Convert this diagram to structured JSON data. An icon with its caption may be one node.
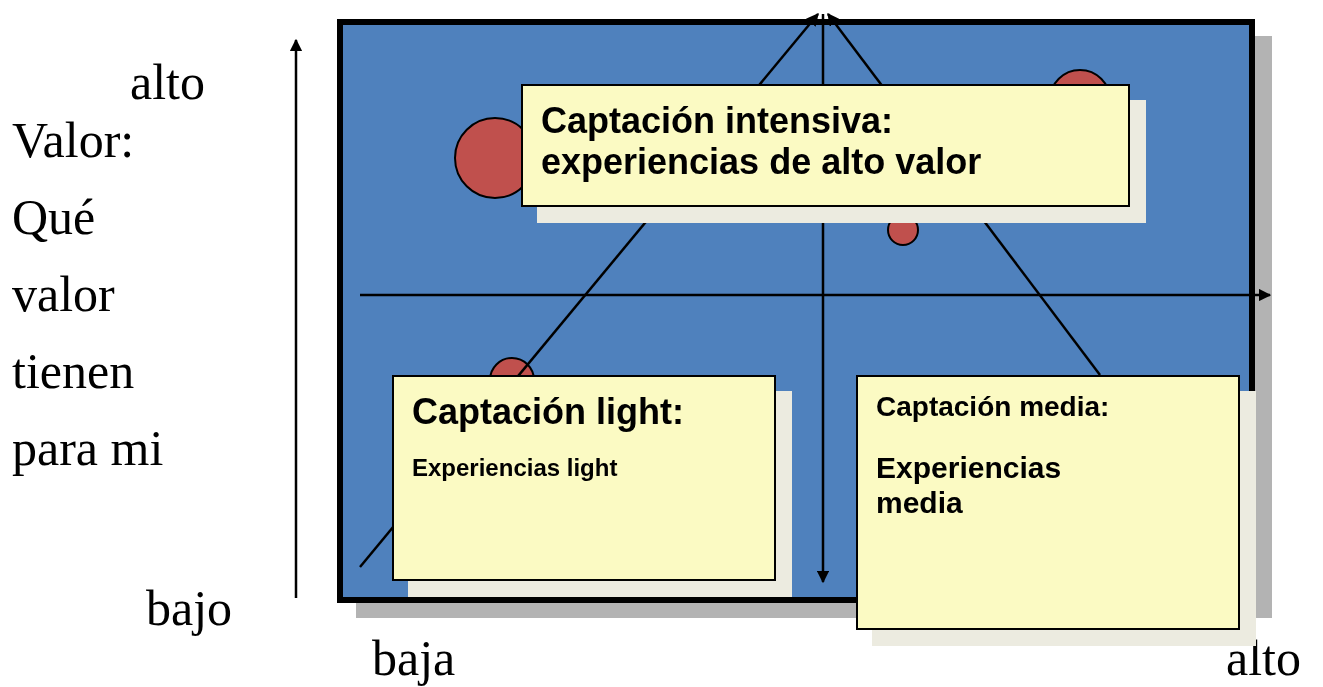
{
  "diagram": {
    "nodes": [
      {
        "text": [
          "Captación intensiva:",
          "experiencias de alto valor"
        ]
      },
      {
        "text": [
          "Captación light:",
          "Experiencias light"
        ]
      },
      {
        "text": [
          "Captación media:",
          "Experiencias media"
        ]
      }
    ],
    "labels": [
      "alto",
      "Valor: Qué valor tienen para mi",
      "bajo",
      "baja",
      "alto"
    ]
  }
}
